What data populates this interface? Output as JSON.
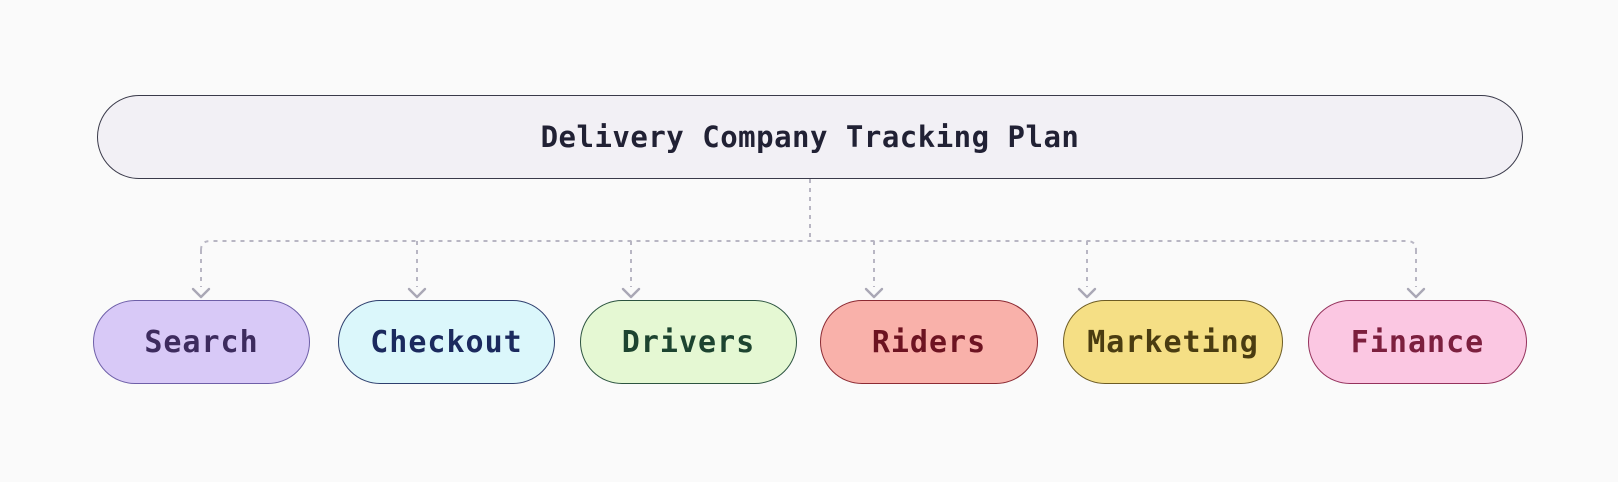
{
  "diagram": {
    "title": "Delivery Company Tracking Plan",
    "colors": {
      "background": "#fafafa",
      "connector": "#b8b6c3",
      "connector_arrowhead": "#a9a7b5"
    },
    "root": {
      "label": "Delivery Company Tracking Plan",
      "fill": "#f2f0f5",
      "border": "#3a3a4a",
      "text_color": "#212134"
    },
    "children": [
      {
        "id": "search",
        "label": "Search",
        "fill": "#d8c9f7",
        "border": "#6e5fa8",
        "text_color": "#3d2b5e"
      },
      {
        "id": "checkout",
        "label": "Checkout",
        "fill": "#dbf7fb",
        "border": "#2e3f6e",
        "text_color": "#1b2a5e"
      },
      {
        "id": "drivers",
        "label": "Drivers",
        "fill": "#e5f8d3",
        "border": "#2c5440",
        "text_color": "#1d4430"
      },
      {
        "id": "riders",
        "label": "Riders",
        "fill": "#f9b1aa",
        "border": "#8c2a33",
        "text_color": "#6d1321"
      },
      {
        "id": "marketing",
        "label": "Marketing",
        "fill": "#f5df85",
        "border": "#6d5c24",
        "text_color": "#4a3c11"
      },
      {
        "id": "finance",
        "label": "Finance",
        "fill": "#fbc7e2",
        "border": "#94325c",
        "text_color": "#7c1f3e"
      }
    ]
  }
}
